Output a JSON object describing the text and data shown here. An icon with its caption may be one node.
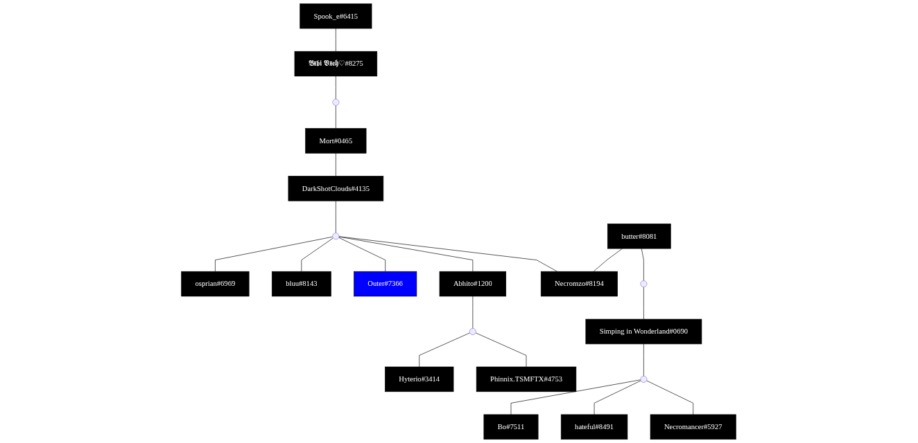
{
  "diagram": {
    "nodes": [
      {
        "text": [
          "Spook_e#6415"
        ]
      },
      {
        "text": [
          "𝕭𝖝𝖇𝖎 𝖁𝖝𝖊𝖍♡#8275"
        ]
      },
      {
        "text": [],
        "shape": "circle"
      },
      {
        "text": [
          "Mort#0465"
        ]
      },
      {
        "text": [
          "DarkShotClouds#4135"
        ]
      },
      {
        "text": [],
        "shape": "circle"
      },
      {
        "text": [
          "osprian#6969"
        ]
      },
      {
        "text": [
          "bluu#8143"
        ]
      },
      {
        "text": [
          "Outer#7366"
        ]
      },
      {
        "text": [
          "Abhito#1200"
        ]
      },
      {
        "text": [
          "butter#8081"
        ]
      },
      {
        "text": [
          "Necromzo#8194"
        ]
      },
      {
        "text": [],
        "shape": "circle"
      },
      {
        "text": [
          "Hyterio#3414"
        ]
      },
      {
        "text": [
          "Phinnix.TSMFTX#4753"
        ]
      },
      {
        "text": [],
        "shape": "circle"
      },
      {
        "text": [
          "Simping in Wonderland#0690"
        ]
      },
      {
        "text": [],
        "shape": "circle"
      },
      {
        "text": [
          "Bo#7511"
        ]
      },
      {
        "text": [
          "hateful#8491"
        ]
      },
      {
        "text": [
          "Necromancer#5927"
        ]
      }
    ],
    "edges": [
      {
        "from": 0,
        "to": 1,
        "arrow": "none"
      },
      {
        "from": 1,
        "to": 2,
        "arrow": "none"
      },
      {
        "from": 2,
        "to": 3,
        "arrow": "none"
      },
      {
        "from": 3,
        "to": 4,
        "arrow": "none"
      },
      {
        "from": 4,
        "to": 5,
        "arrow": "none"
      },
      {
        "from": 5,
        "to": 6,
        "arrow": "none"
      },
      {
        "from": 5,
        "to": 7,
        "arrow": "none"
      },
      {
        "from": 5,
        "to": 8,
        "arrow": "none"
      },
      {
        "from": 5,
        "to": 9,
        "arrow": "none"
      },
      {
        "from": 5,
        "to": 11,
        "arrow": "none"
      },
      {
        "from": 10,
        "to": 11,
        "arrow": "none"
      },
      {
        "from": 9,
        "to": 12,
        "arrow": "none"
      },
      {
        "from": 12,
        "to": 13,
        "arrow": "none"
      },
      {
        "from": 12,
        "to": 14,
        "arrow": "none"
      },
      {
        "from": 10,
        "to": 15,
        "arrow": "none"
      },
      {
        "from": 15,
        "to": 16,
        "arrow": "none"
      },
      {
        "from": 16,
        "to": 17,
        "arrow": "none"
      },
      {
        "from": 17,
        "to": 18,
        "arrow": "none"
      },
      {
        "from": 17,
        "to": 19,
        "arrow": "none"
      },
      {
        "from": 17,
        "to": 20,
        "arrow": "none"
      }
    ]
  }
}
